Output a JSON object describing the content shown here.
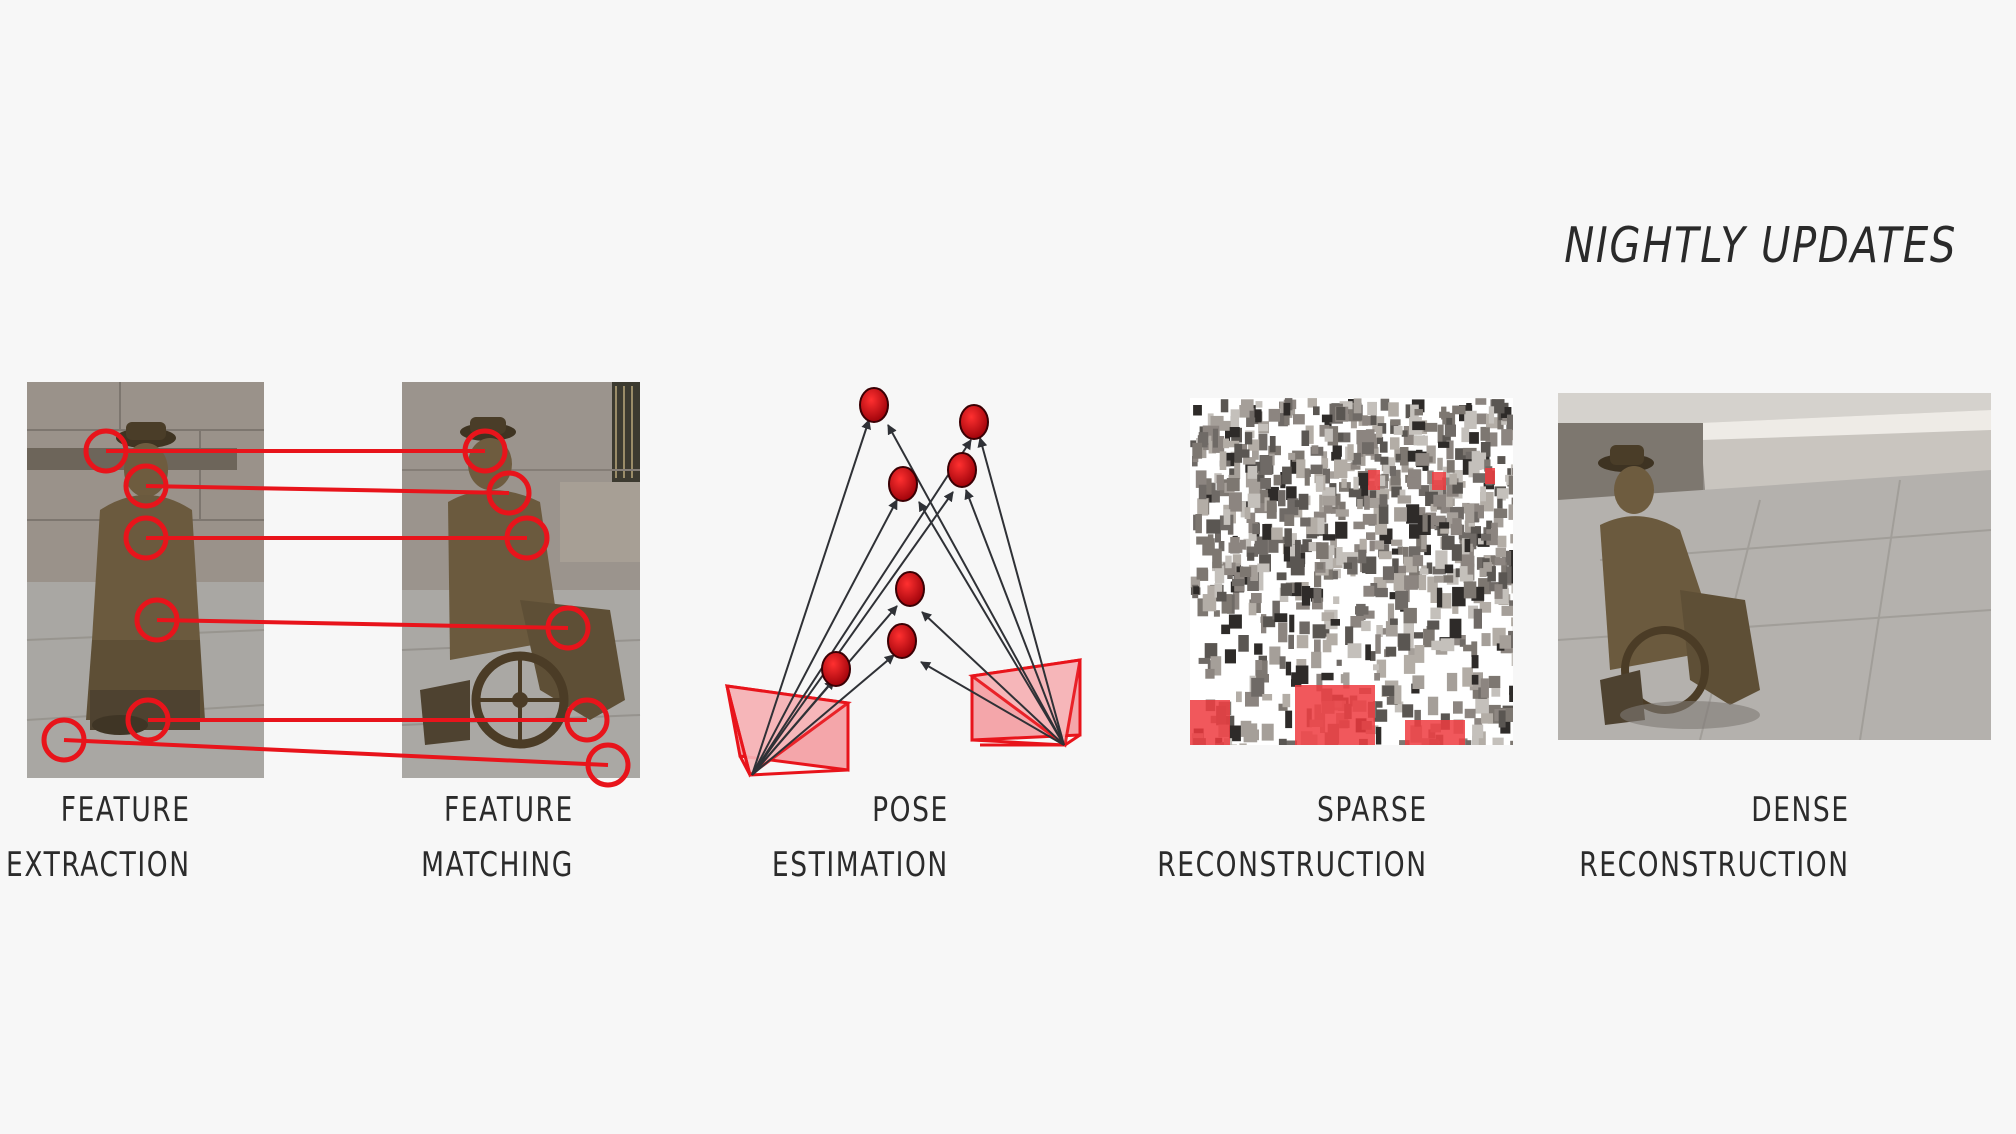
{
  "headline": "NIGHTLY UPDATES",
  "stages": [
    {
      "id": "feature-extraction",
      "line1": "FEATURE",
      "line2": "EXTRACTION"
    },
    {
      "id": "feature-matching",
      "line1": "FEATURE",
      "line2": "MATCHING"
    },
    {
      "id": "pose-estimation",
      "line1": "POSE",
      "line2": "ESTIMATION"
    },
    {
      "id": "sparse-reconstruction",
      "line1": "SPARSE",
      "line2": "RECONSTRUCTION"
    },
    {
      "id": "dense-reconstruction",
      "line1": "DENSE",
      "line2": "RECONSTRUCTION"
    }
  ],
  "colors": {
    "background": "#f7f7f7",
    "accent": "#e8141b",
    "camera_fill": "#f4a6aa",
    "point_fill": "#c0000a",
    "arrow": "#2f3136",
    "stone_wall": "#8f8780",
    "pavement": "#b7b5b2",
    "bronze": "#6b5a3e",
    "text": "#2b2b2b"
  },
  "images": [
    {
      "name": "statue-photo-extraction",
      "subject": "bronze statue of seated man in wheelchair"
    },
    {
      "name": "statue-photo-matching",
      "subject": "bronze statue of seated man in wheelchair"
    },
    {
      "name": "sparse-point-cloud",
      "subject": "sparse point cloud"
    },
    {
      "name": "dense-point-cloud",
      "subject": "dense reconstruction of statue"
    }
  ]
}
